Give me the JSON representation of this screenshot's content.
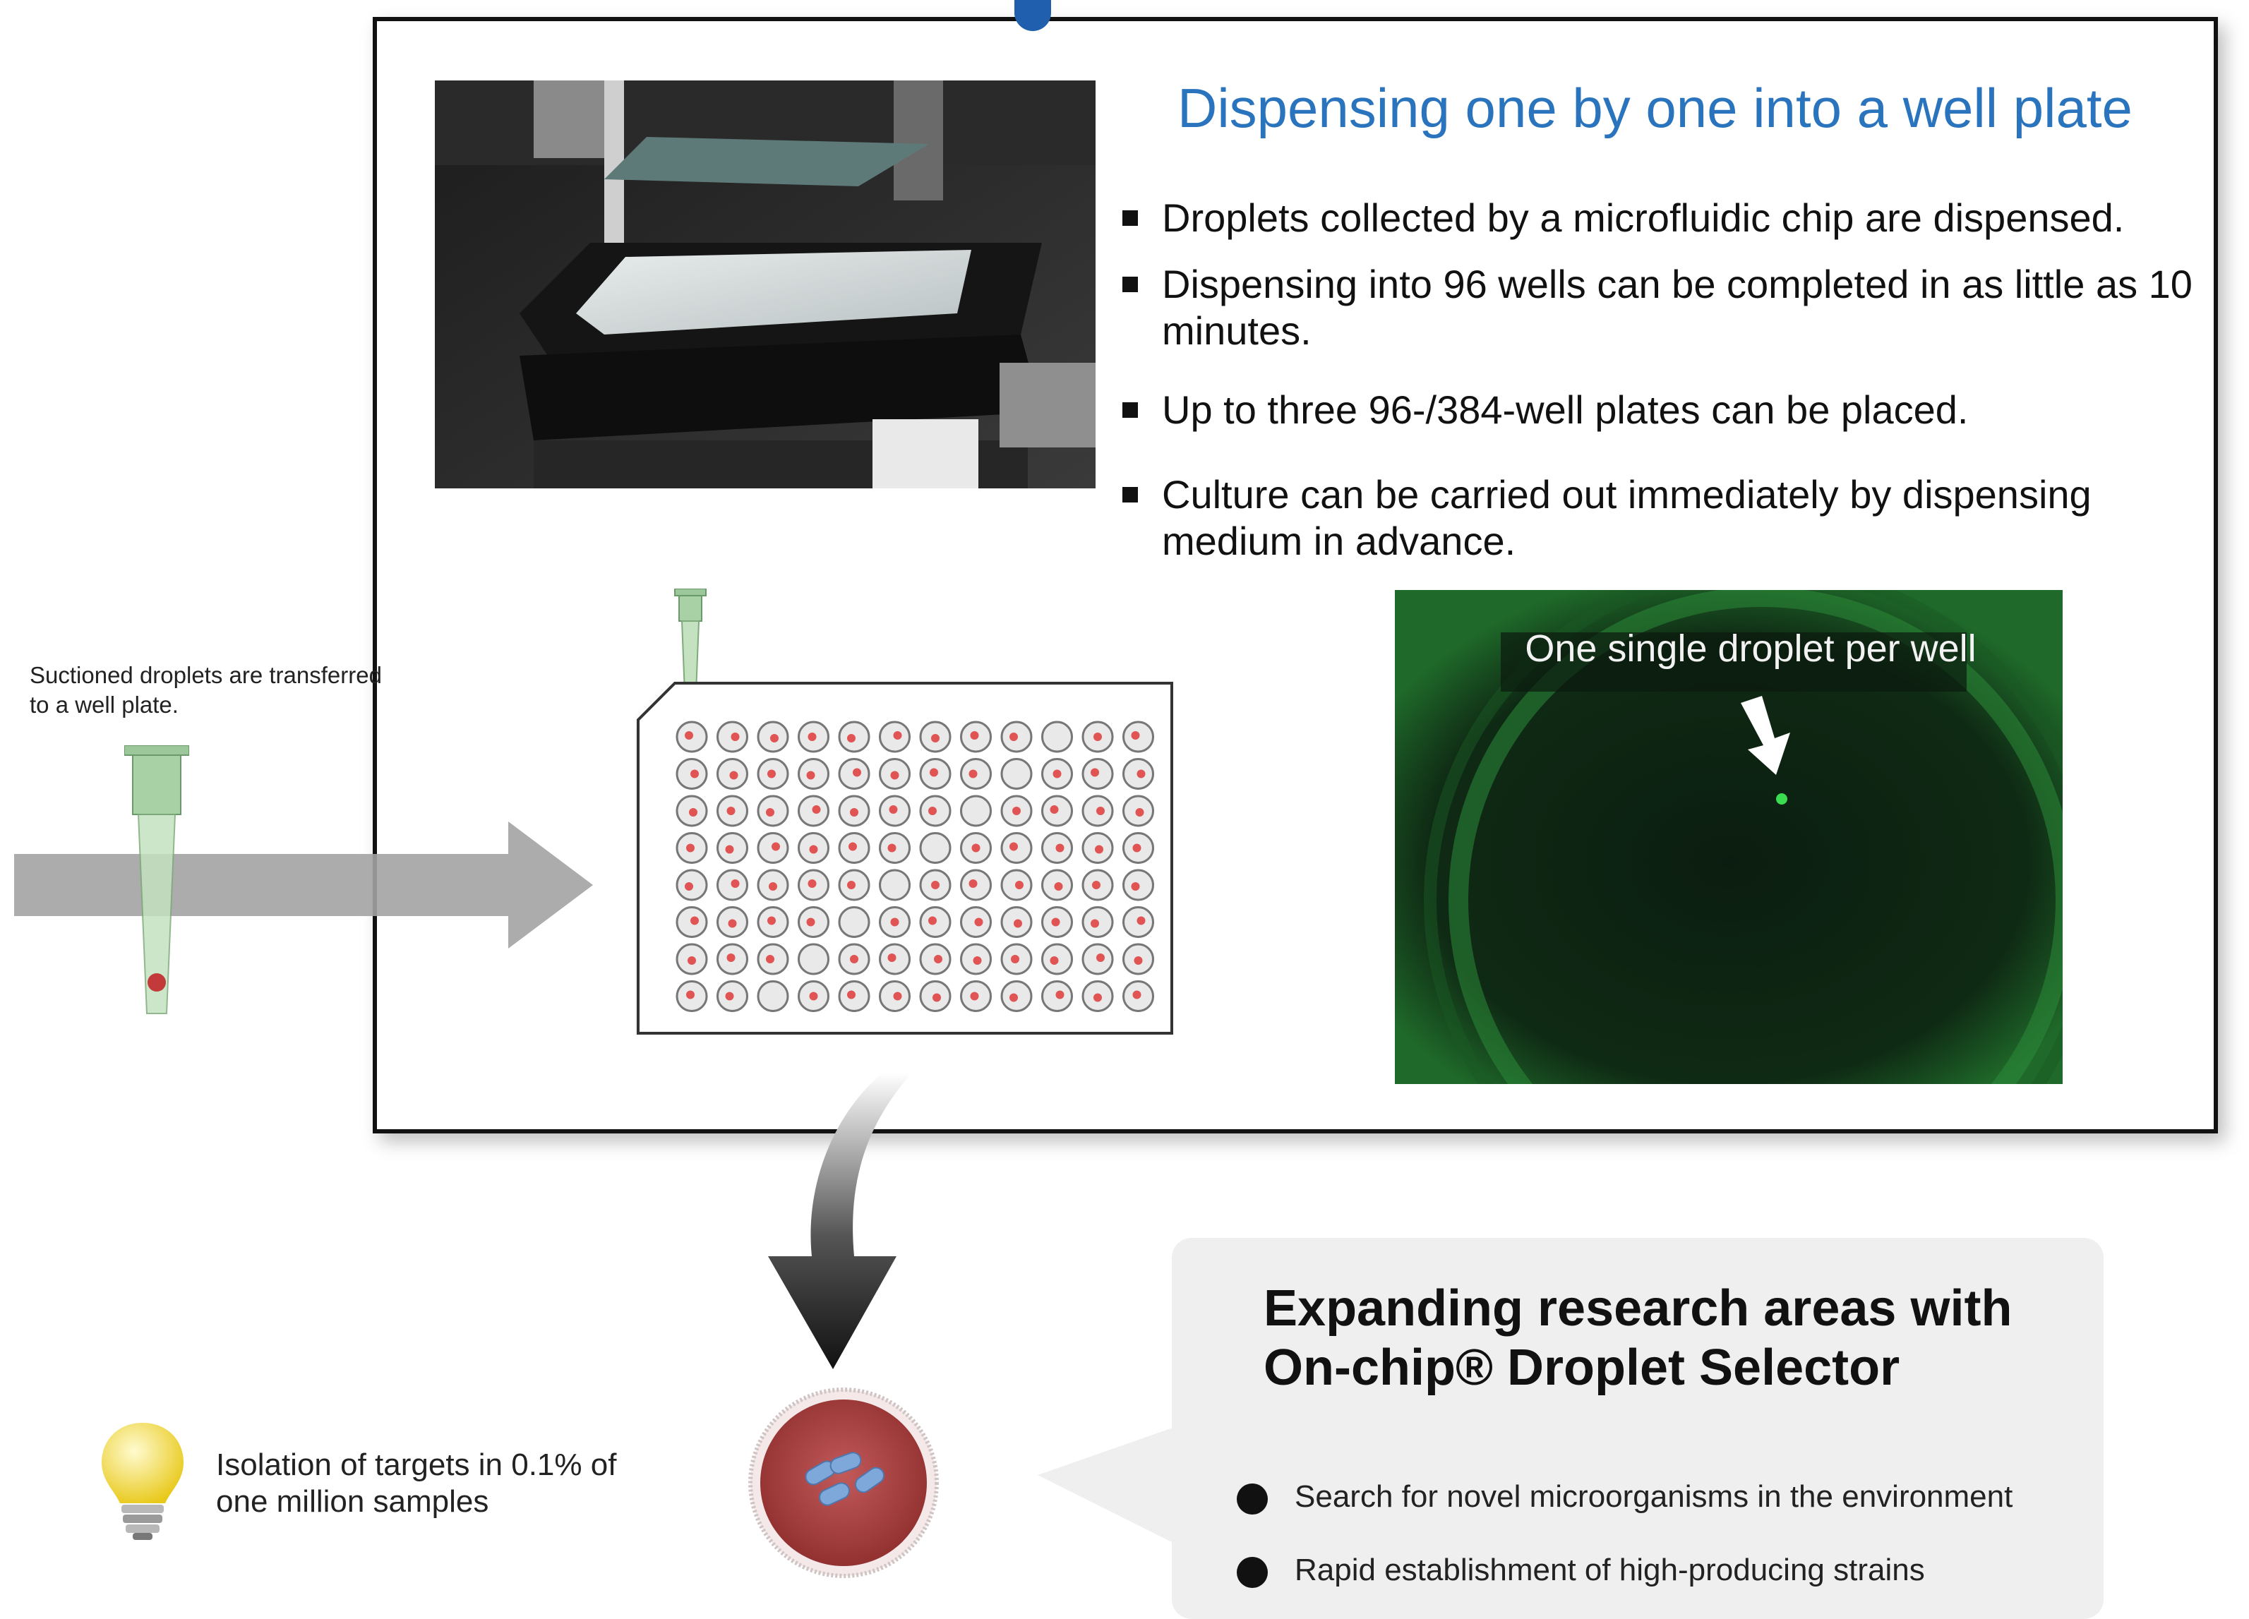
{
  "panel": {
    "title": "Dispensing one by one into a well plate",
    "bullets": [
      "Droplets collected by a microfluidic chip are dispensed.",
      "Dispensing into 96 wells can be completed in as little as 10 minutes.",
      "Up to three 96-/384-well plates can be placed.",
      "Culture can be carried out immediately by dispensing medium in advance."
    ],
    "fluorescence_label": "One single droplet per well",
    "accent_color": "#2a74bd"
  },
  "left": {
    "caption": "Suctioned droplets are transferred to a well plate."
  },
  "bottom": {
    "isolation_text": "Isolation of targets in 0.1% of one million samples",
    "box_title": "Expanding research areas with On-chip® Droplet Selector",
    "box_items": [
      "Search for novel microorganisms in the environment",
      "Rapid establishment of high-producing strains"
    ]
  },
  "icons": [
    "square-bullet-icon",
    "arrow-right-icon",
    "pipette-tip-icon",
    "curved-arrow-down-icon",
    "lightbulb-icon",
    "round-bullet-icon"
  ]
}
